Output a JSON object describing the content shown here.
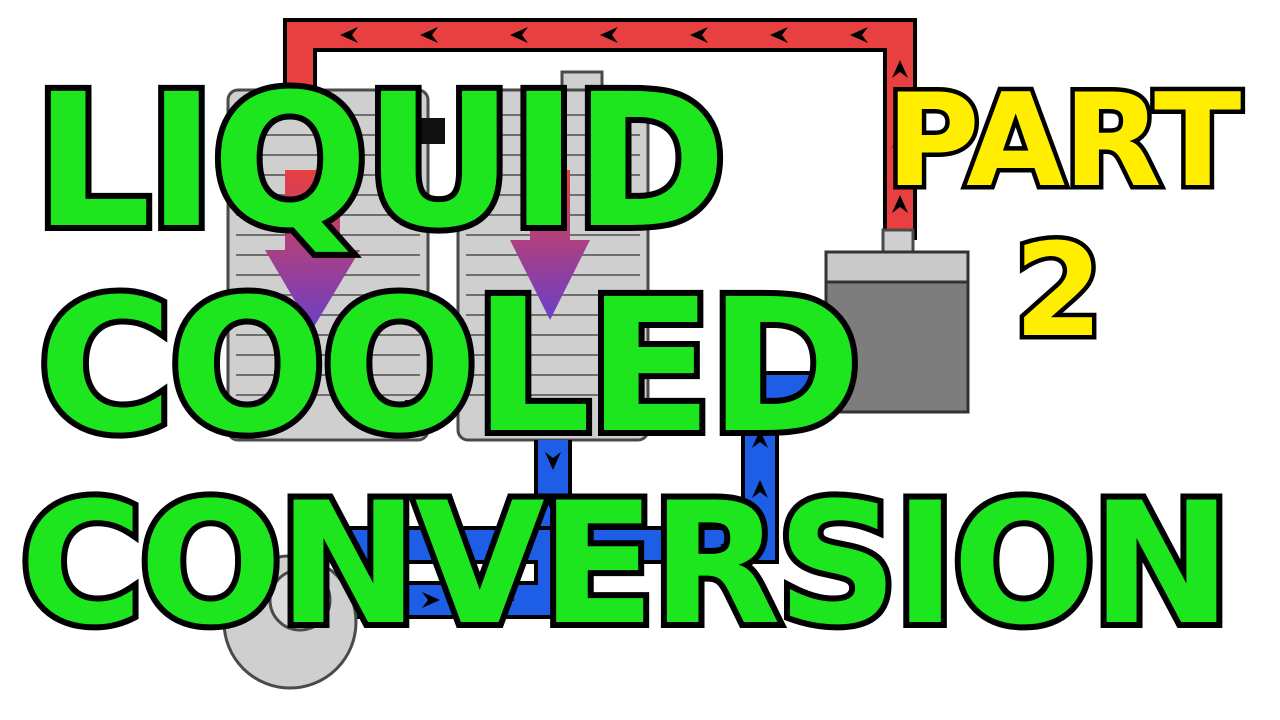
{
  "title": {
    "line1": "LIQUID",
    "line2": "COOLED",
    "line3": "CONVERSION"
  },
  "part": {
    "label": "PART",
    "number": "2"
  },
  "colors": {
    "title_fill": "#1ee61e",
    "part_fill": "#ffee00",
    "outline": "#000000",
    "hot_pipe": "#e84040",
    "cold_pipe": "#1e5ee6",
    "engine_metal": "#c9c9c9",
    "radiator_box": "#7d7d7d"
  },
  "icons": [
    "radiator-icon",
    "radiator-icon",
    "coolant-reservoir-icon",
    "water-pump-icon",
    "flow-arrow-icon"
  ]
}
